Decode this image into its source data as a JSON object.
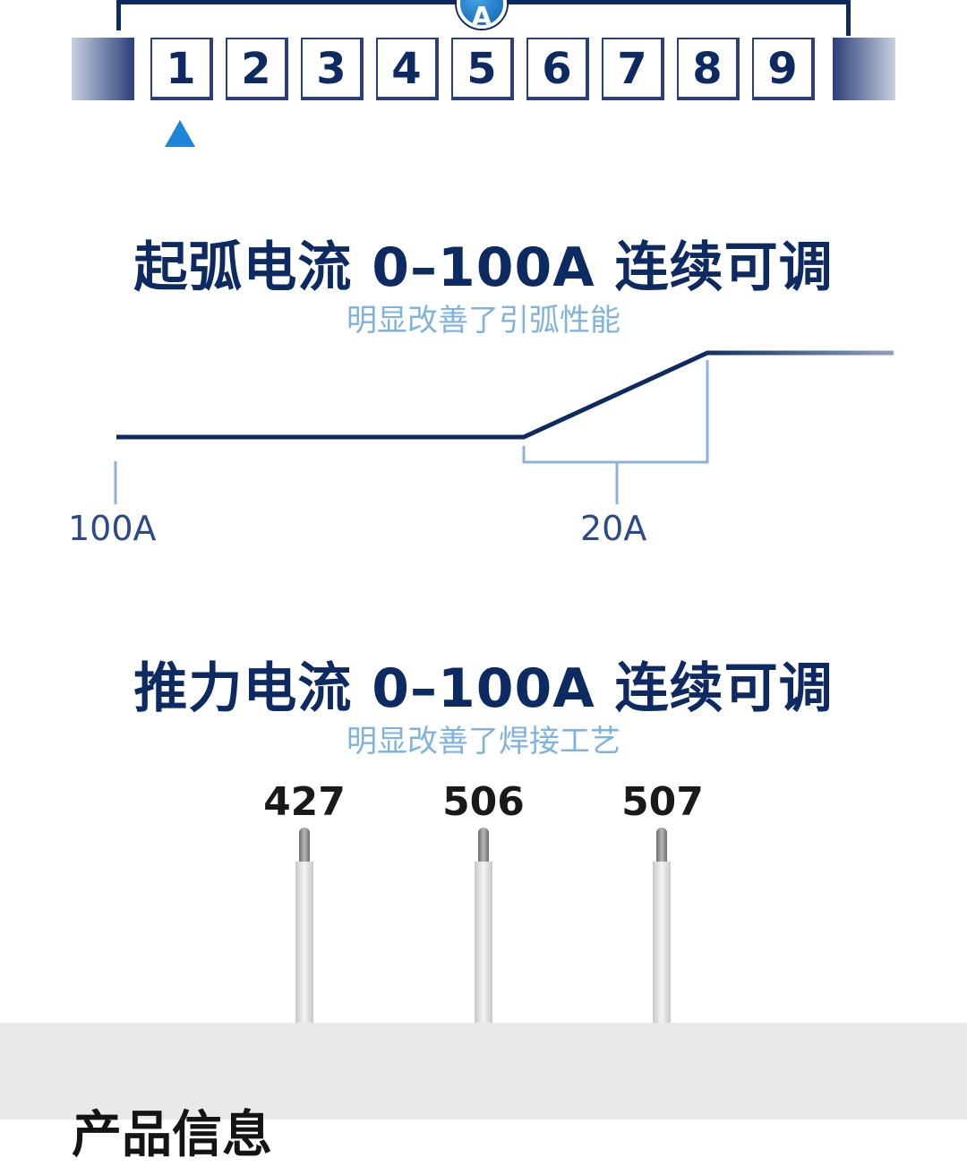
{
  "dial": {
    "badge_letter": "A",
    "digits": [
      "1",
      "2",
      "3",
      "4",
      "5",
      "6",
      "7",
      "8",
      "9"
    ],
    "selected_index": 1,
    "colors": {
      "dark": "#0e2a63",
      "accent": "#1d86d8"
    }
  },
  "arc_section": {
    "title": "起弧电流 0–100A 连续可调",
    "subtitle": "明显改善了引弧性能",
    "label_left": "100A",
    "label_right": "20A"
  },
  "push_section": {
    "title": "推力电流 0–100A 连续可调",
    "subtitle": "明显改善了焊接工艺",
    "electrodes": [
      "427",
      "506",
      "507"
    ]
  },
  "product_info": {
    "title": "产品信息"
  }
}
